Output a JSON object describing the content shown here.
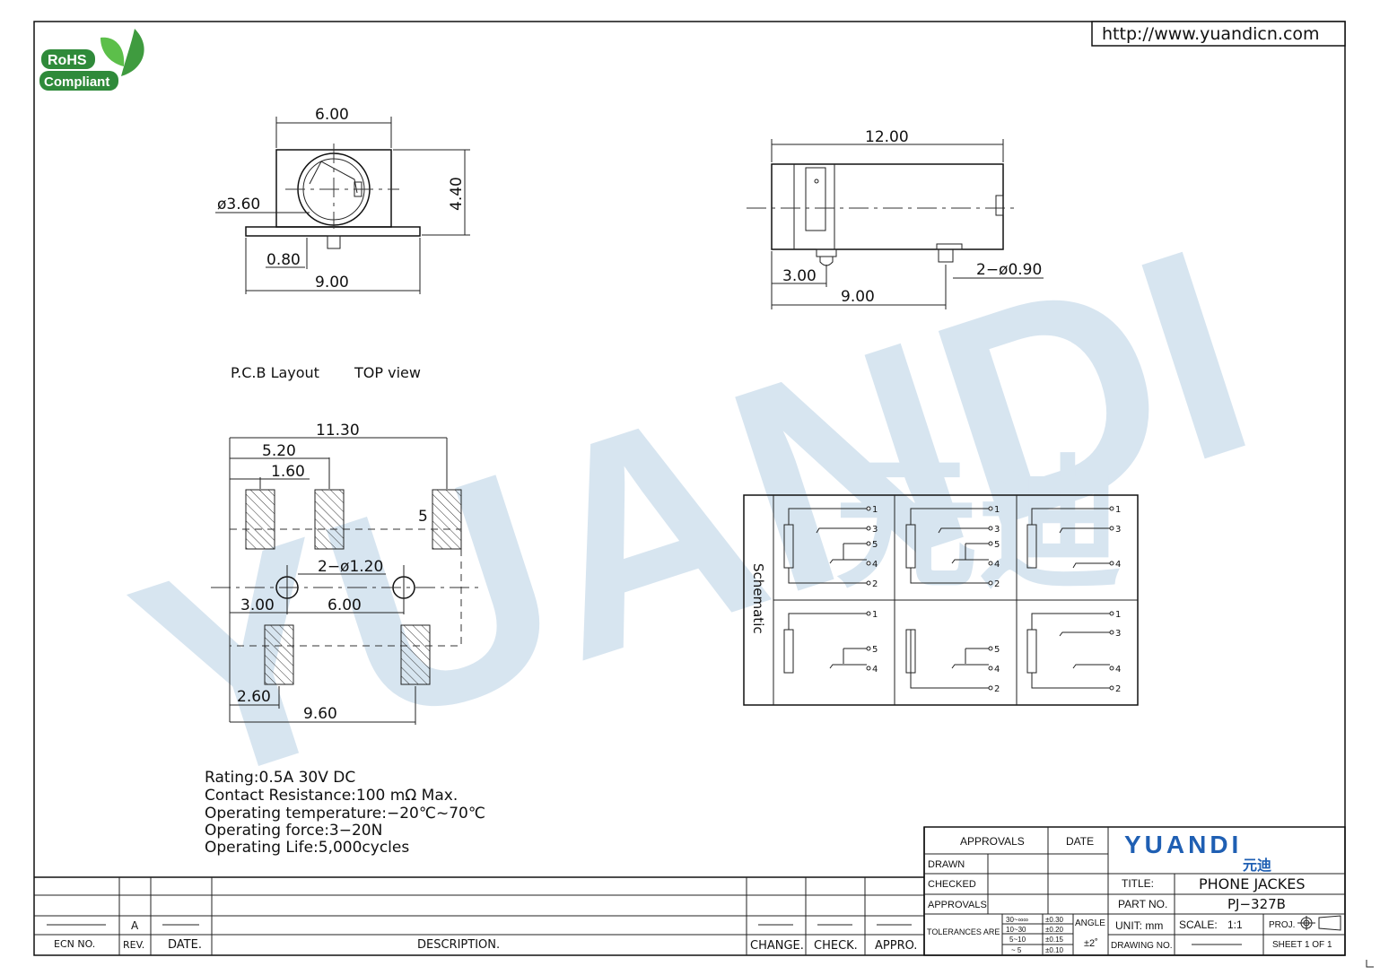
{
  "url": "http://www.yuandicn.com",
  "rohs": {
    "line1": "RoHS",
    "line2": "Compliant"
  },
  "watermark": {
    "brand": "YUANDI",
    "cn": "元迪"
  },
  "front_view": {
    "width": "6.00",
    "height": "4.40",
    "hole_dia": "ø3.60",
    "pin_offset": "0.80",
    "base": "9.00"
  },
  "side_view": {
    "length": "12.00",
    "pin_offset": "3.00",
    "pin_span": "9.00",
    "pin_dia": "2−ø0.90"
  },
  "pcb": {
    "title": "P.C.B Layout",
    "view": "TOP view",
    "dims": {
      "overall": "11.30",
      "d520": "5.20",
      "d160": "1.60",
      "pad_label": "5",
      "holes": "2−ø1.20",
      "d300": "3.00",
      "d600": "6.00",
      "d260": "2.60",
      "d960": "9.60"
    }
  },
  "schematic": {
    "label": "Schematic",
    "pins": [
      "1",
      "2",
      "3",
      "4",
      "5"
    ]
  },
  "specs": [
    "Rating:0.5A  30V  DC",
    "Contact  Resistance:100  mΩ  Max.",
    "Operating  temperature:−20℃~70℃",
    "Operating  force:3−20N",
    "Operating  Life:5,000cycles"
  ],
  "revision_block": {
    "rev": "A",
    "headers": [
      "ECN  NO.",
      "REV.",
      "DATE.",
      "DESCRIPTION.",
      "CHANGE.",
      "CHECK.",
      "APPRO."
    ]
  },
  "title_block": {
    "approvals": "APPROVALS",
    "date": "DATE",
    "drawn": "DRAWN",
    "checked": "CHECKED",
    "approvals2": "APPROVALS",
    "tolerances_label": "TOLERANCES  ARE",
    "tol_ranges": [
      "30~∞∞",
      "10~30",
      "5~10",
      "~ 5"
    ],
    "tol_values": [
      "±0.30",
      "±0.20",
      "±0.15",
      "±0.10"
    ],
    "angle_label": "ANGLE",
    "angle_value": "±2˚",
    "logo_text": "YUANDI",
    "logo_cn": "元迪",
    "title_label": "TITLE:",
    "title_value": "PHONE  JACKES",
    "part_label": "PART  NO.",
    "part_value": "PJ−327B",
    "unit": "UNIT:  mm",
    "scale_label": "SCALE:",
    "scale_value": "1:1",
    "proj": "PROJ.",
    "drawing_no": "DRAWING  NO.",
    "sheet": "SHEET   1  OF  1"
  }
}
